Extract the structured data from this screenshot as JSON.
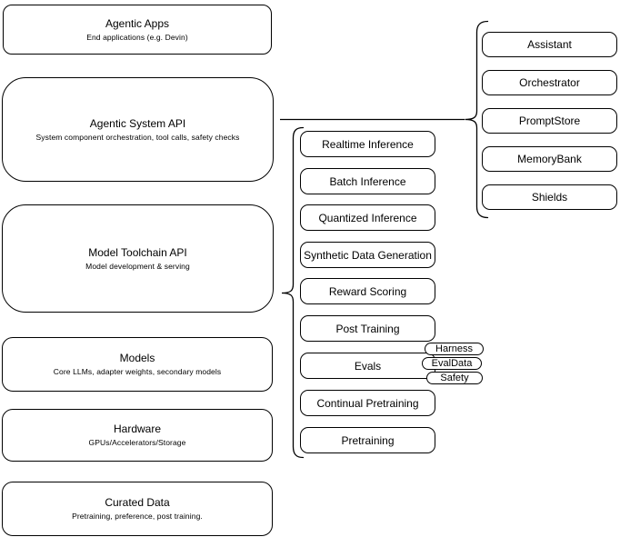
{
  "canvas": {
    "background": "#ffffff",
    "stroke_color": "#000000",
    "node_fill": "#ffffff",
    "text_color": "#000000"
  },
  "stack": [
    {
      "title": "Agentic Apps",
      "subtitle": "End applications (e.g. Devin)"
    },
    {
      "title": "Agentic System API",
      "subtitle": "System component orchestration, tool calls, safety checks"
    },
    {
      "title": "Model Toolchain API",
      "subtitle": "Model development & serving"
    },
    {
      "title": "Models",
      "subtitle": "Core LLMs, adapter weights, secondary models"
    },
    {
      "title": "Hardware",
      "subtitle": "GPUs/Accelerators/Storage"
    },
    {
      "title": "Curated Data",
      "subtitle": "Pretraining, preference, post training."
    }
  ],
  "toolchain": {
    "items": [
      "Realtime Inference",
      "Batch Inference",
      "Quantized Inference",
      "Synthetic Data Generation",
      "Reward Scoring",
      "Post Training",
      "Evals",
      "Continual Pretraining",
      "Pretraining"
    ]
  },
  "eval_tags": {
    "items": [
      "Harness",
      "EvalData",
      "Safety"
    ]
  },
  "system_components": {
    "items": [
      "Assistant",
      "Orchestrator",
      "PromptStore",
      "MemoryBank",
      "Shields"
    ]
  }
}
